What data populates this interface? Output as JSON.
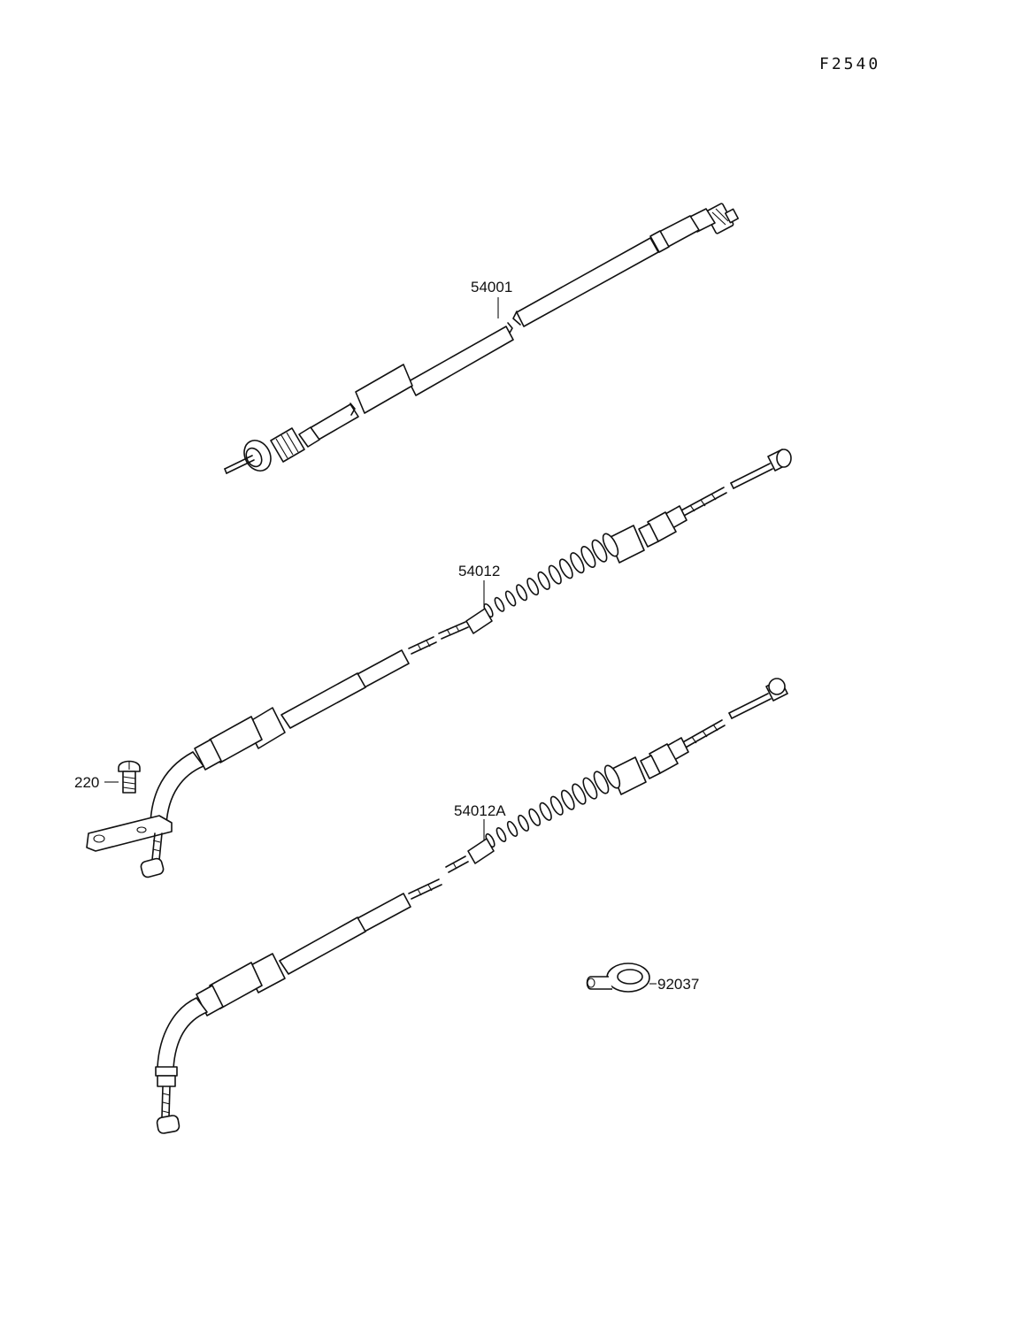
{
  "diagram_code": "F2540",
  "callouts": {
    "speedometer_cable": "54001",
    "throttle_cable_open": "54012",
    "throttle_cable_close": "54012A",
    "screw": "220",
    "clamp": "92037"
  }
}
